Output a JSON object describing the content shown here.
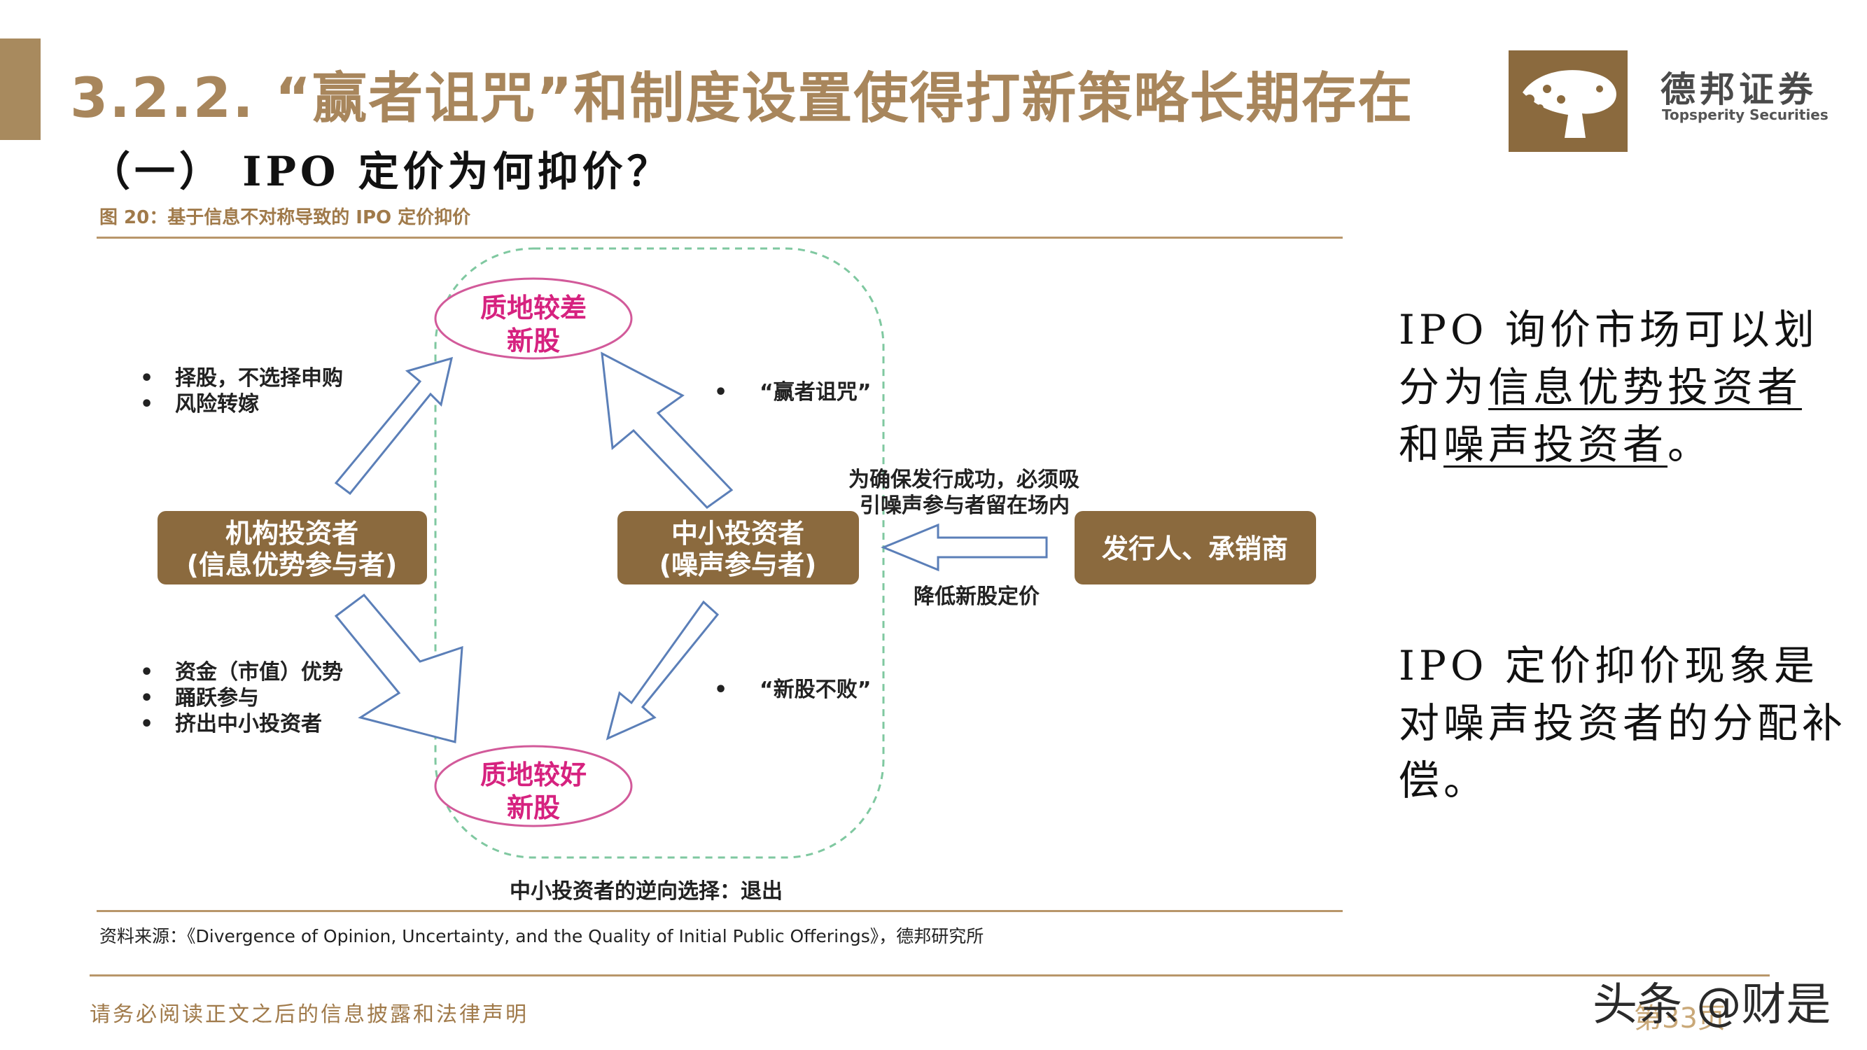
{
  "header": {
    "title": "3.2.2.  “赢者诅咒”和制度设置使得打新策略长期存在",
    "subtitle": "（一）  IPO 定价为何抑价？"
  },
  "logo": {
    "name_cn": "德邦证券",
    "name_en": "Topsperity Securities"
  },
  "figure": {
    "caption": "图 20：基于信息不对称导致的 IPO 定价抑价",
    "source": "资料来源：《Divergence of Opinion, Uncertainty, and the Quality of Initial Public Offerings》，德邦研究所"
  },
  "diagram": {
    "poor_stock": [
      "质地较差",
      "新股"
    ],
    "good_stock": [
      "质地较好",
      "新股"
    ],
    "institutional": [
      "机构投资者",
      "(信息优势参与者)"
    ],
    "retail": [
      "中小投资者",
      "(噪声参与者)"
    ],
    "issuer": "发行人、承销商",
    "inst_up_bullets": [
      "择股，不选择申购",
      "风险转嫁"
    ],
    "inst_down_bullets": [
      "资金（市值）优势",
      "踊跃参与",
      "挤出中小投资者"
    ],
    "winners_curse": "“赢者诅咒”",
    "never_lose": "“新股不败”",
    "issuer_note": [
      "为确保发行成功，必须吸",
      "引噪声参与者留在场内"
    ],
    "lower_price": "降低新股定价",
    "exit_label": "中小投资者的逆向选择：退出"
  },
  "body_text": {
    "p1_a": "IPO 询价市场可以划分为",
    "p1_b": "信息优势投资者",
    "p1_c": "和",
    "p1_d": "噪声投资者",
    "p1_e": "。",
    "p2": "IPO 定价抑价现象是对噪声投资者的分配补偿。"
  },
  "footer": {
    "disclaimer": "请务必阅读正文之后的信息披露和法律声明",
    "page": "第33页",
    "watermark": "头条 @财是"
  },
  "colors": {
    "brand_gold": "#a8865c",
    "box_brown": "#8b6a3e",
    "magenta_text": "#d6227f",
    "ellipse_stroke": "#d25a9a",
    "dashed_green": "#7fc8a0",
    "arrow_stroke": "#5b7fb8"
  }
}
